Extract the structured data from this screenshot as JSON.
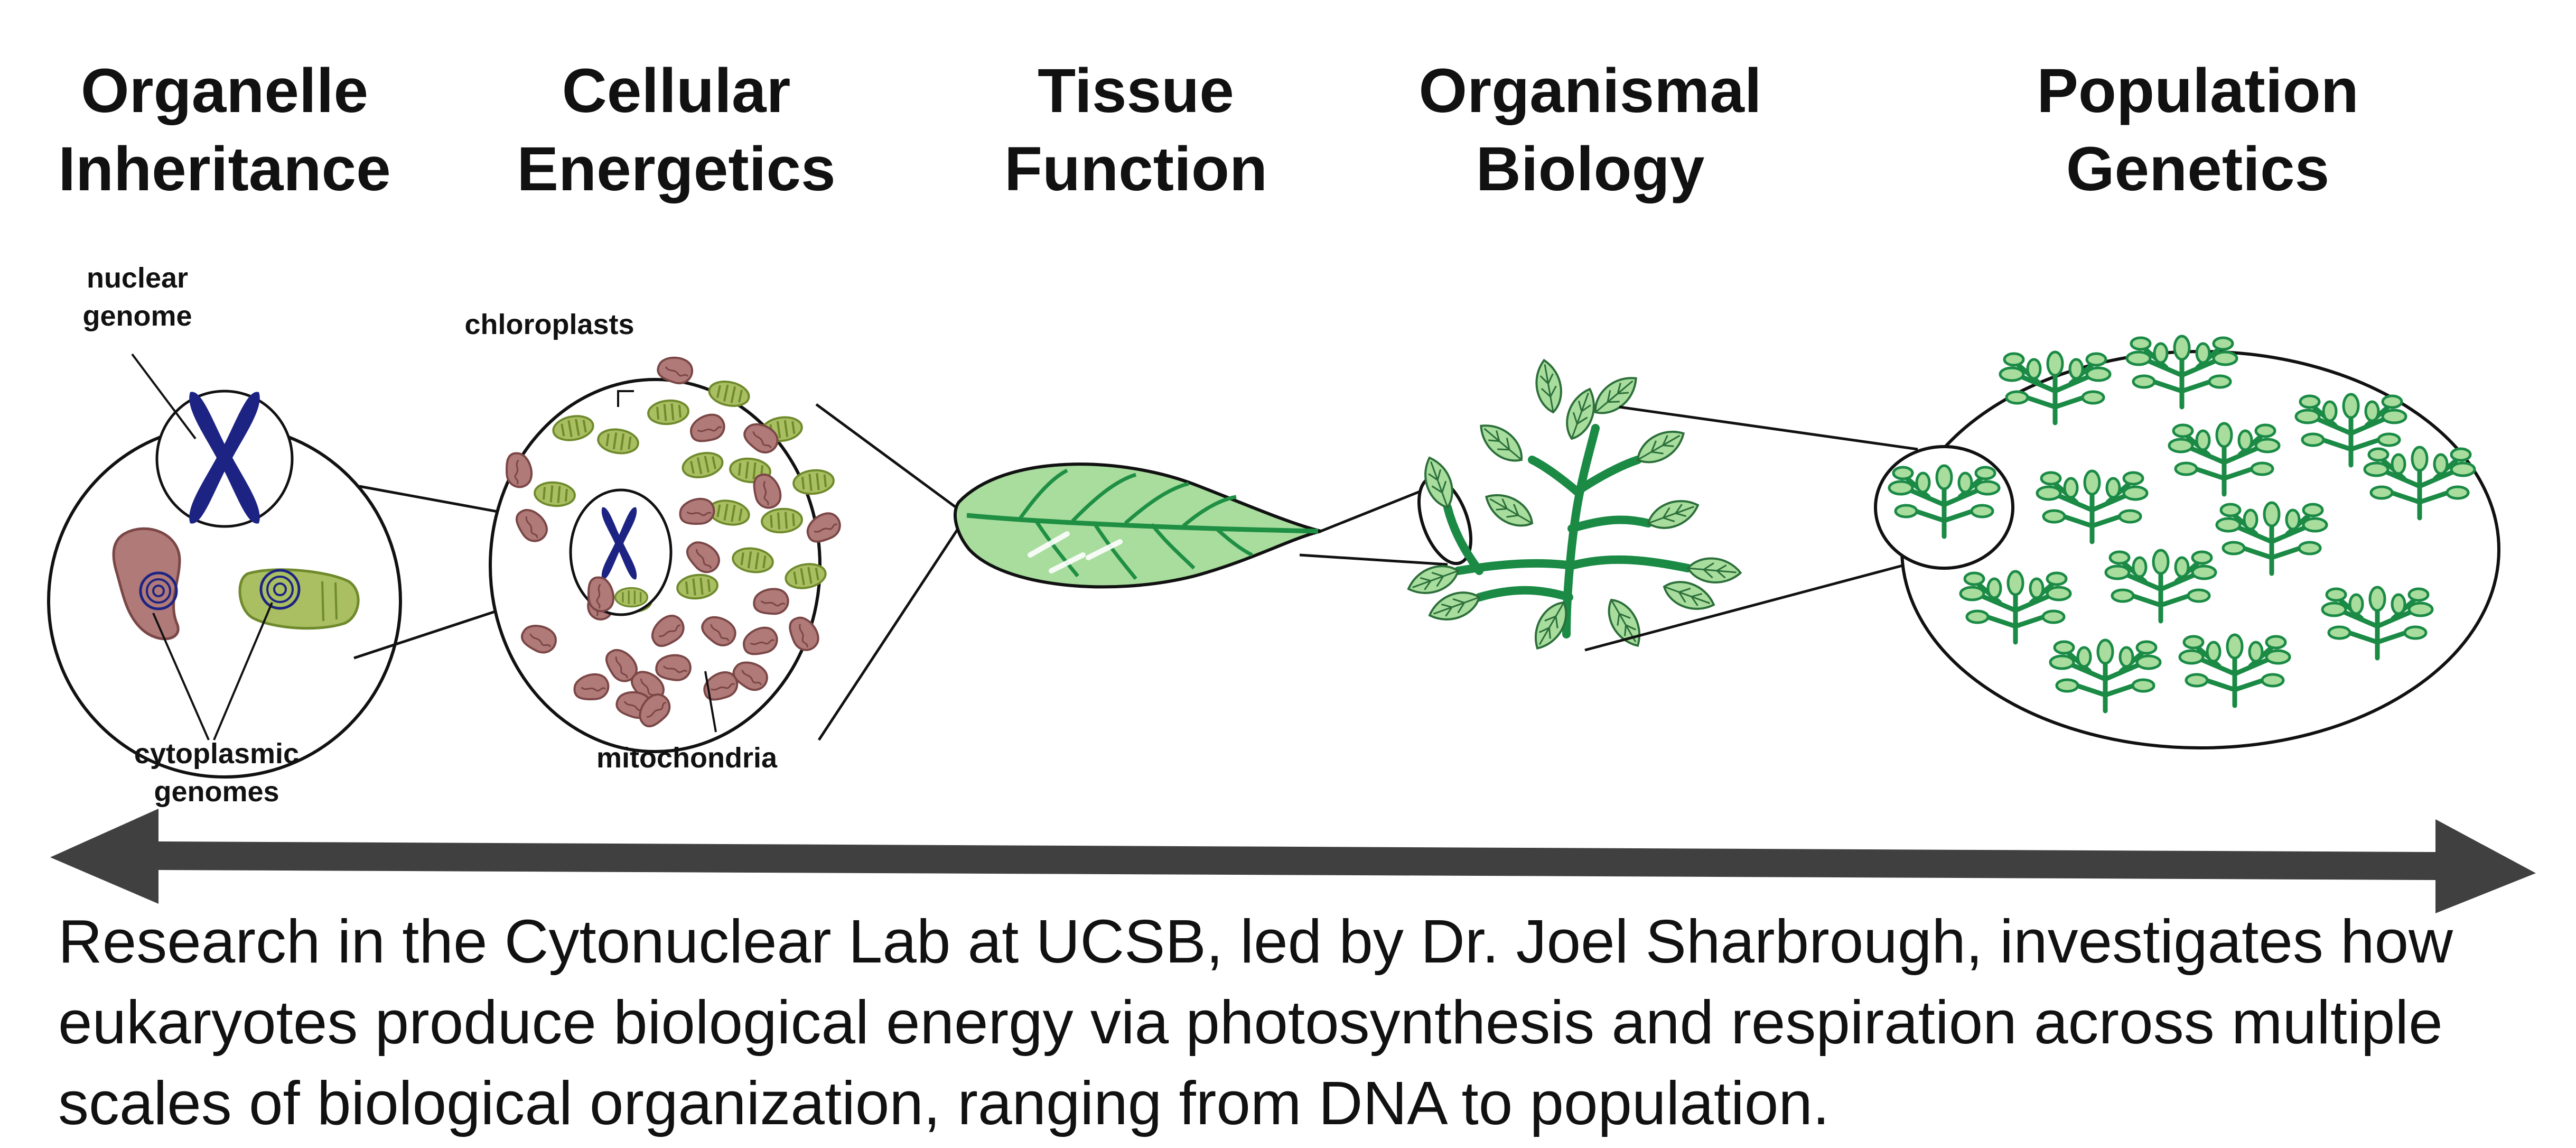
{
  "headings": {
    "organelle_inheritance": "Organelle Inheritance",
    "cellular_energetics": "Cellular Energetics",
    "tissue_function": "Tissue Function",
    "organismal_biology": "Organismal Biology",
    "population_genetics": "Population Genetics"
  },
  "labels": {
    "nuclear_genome": "nuclear genome",
    "cytoplasmic_genomes": "cytoplasmic genomes",
    "chloroplasts": "chloroplasts",
    "mitochondria": "mitochondria"
  },
  "caption": "Research in the Cytonuclear Lab at UCSB, led by Dr. Joel Sharbrough, investigates how eukaryotes produce biological energy via photosynthesis and respiration across multiple scales of biological organization, ranging from DNA to population.",
  "colors": {
    "chromosome": "#1d2383",
    "chloroplast_fill": "#a9bf62",
    "chloroplast_stroke": "#6f8a2c",
    "mitochondrion_fill": "#b07a78",
    "mitochondrion_stroke": "#7a4746",
    "leaf_fill": "#a8dd9e",
    "leaf_vein": "#1f8f43",
    "plant_stem": "#1a8a45",
    "arrow": "#404040",
    "text": "#111111"
  }
}
